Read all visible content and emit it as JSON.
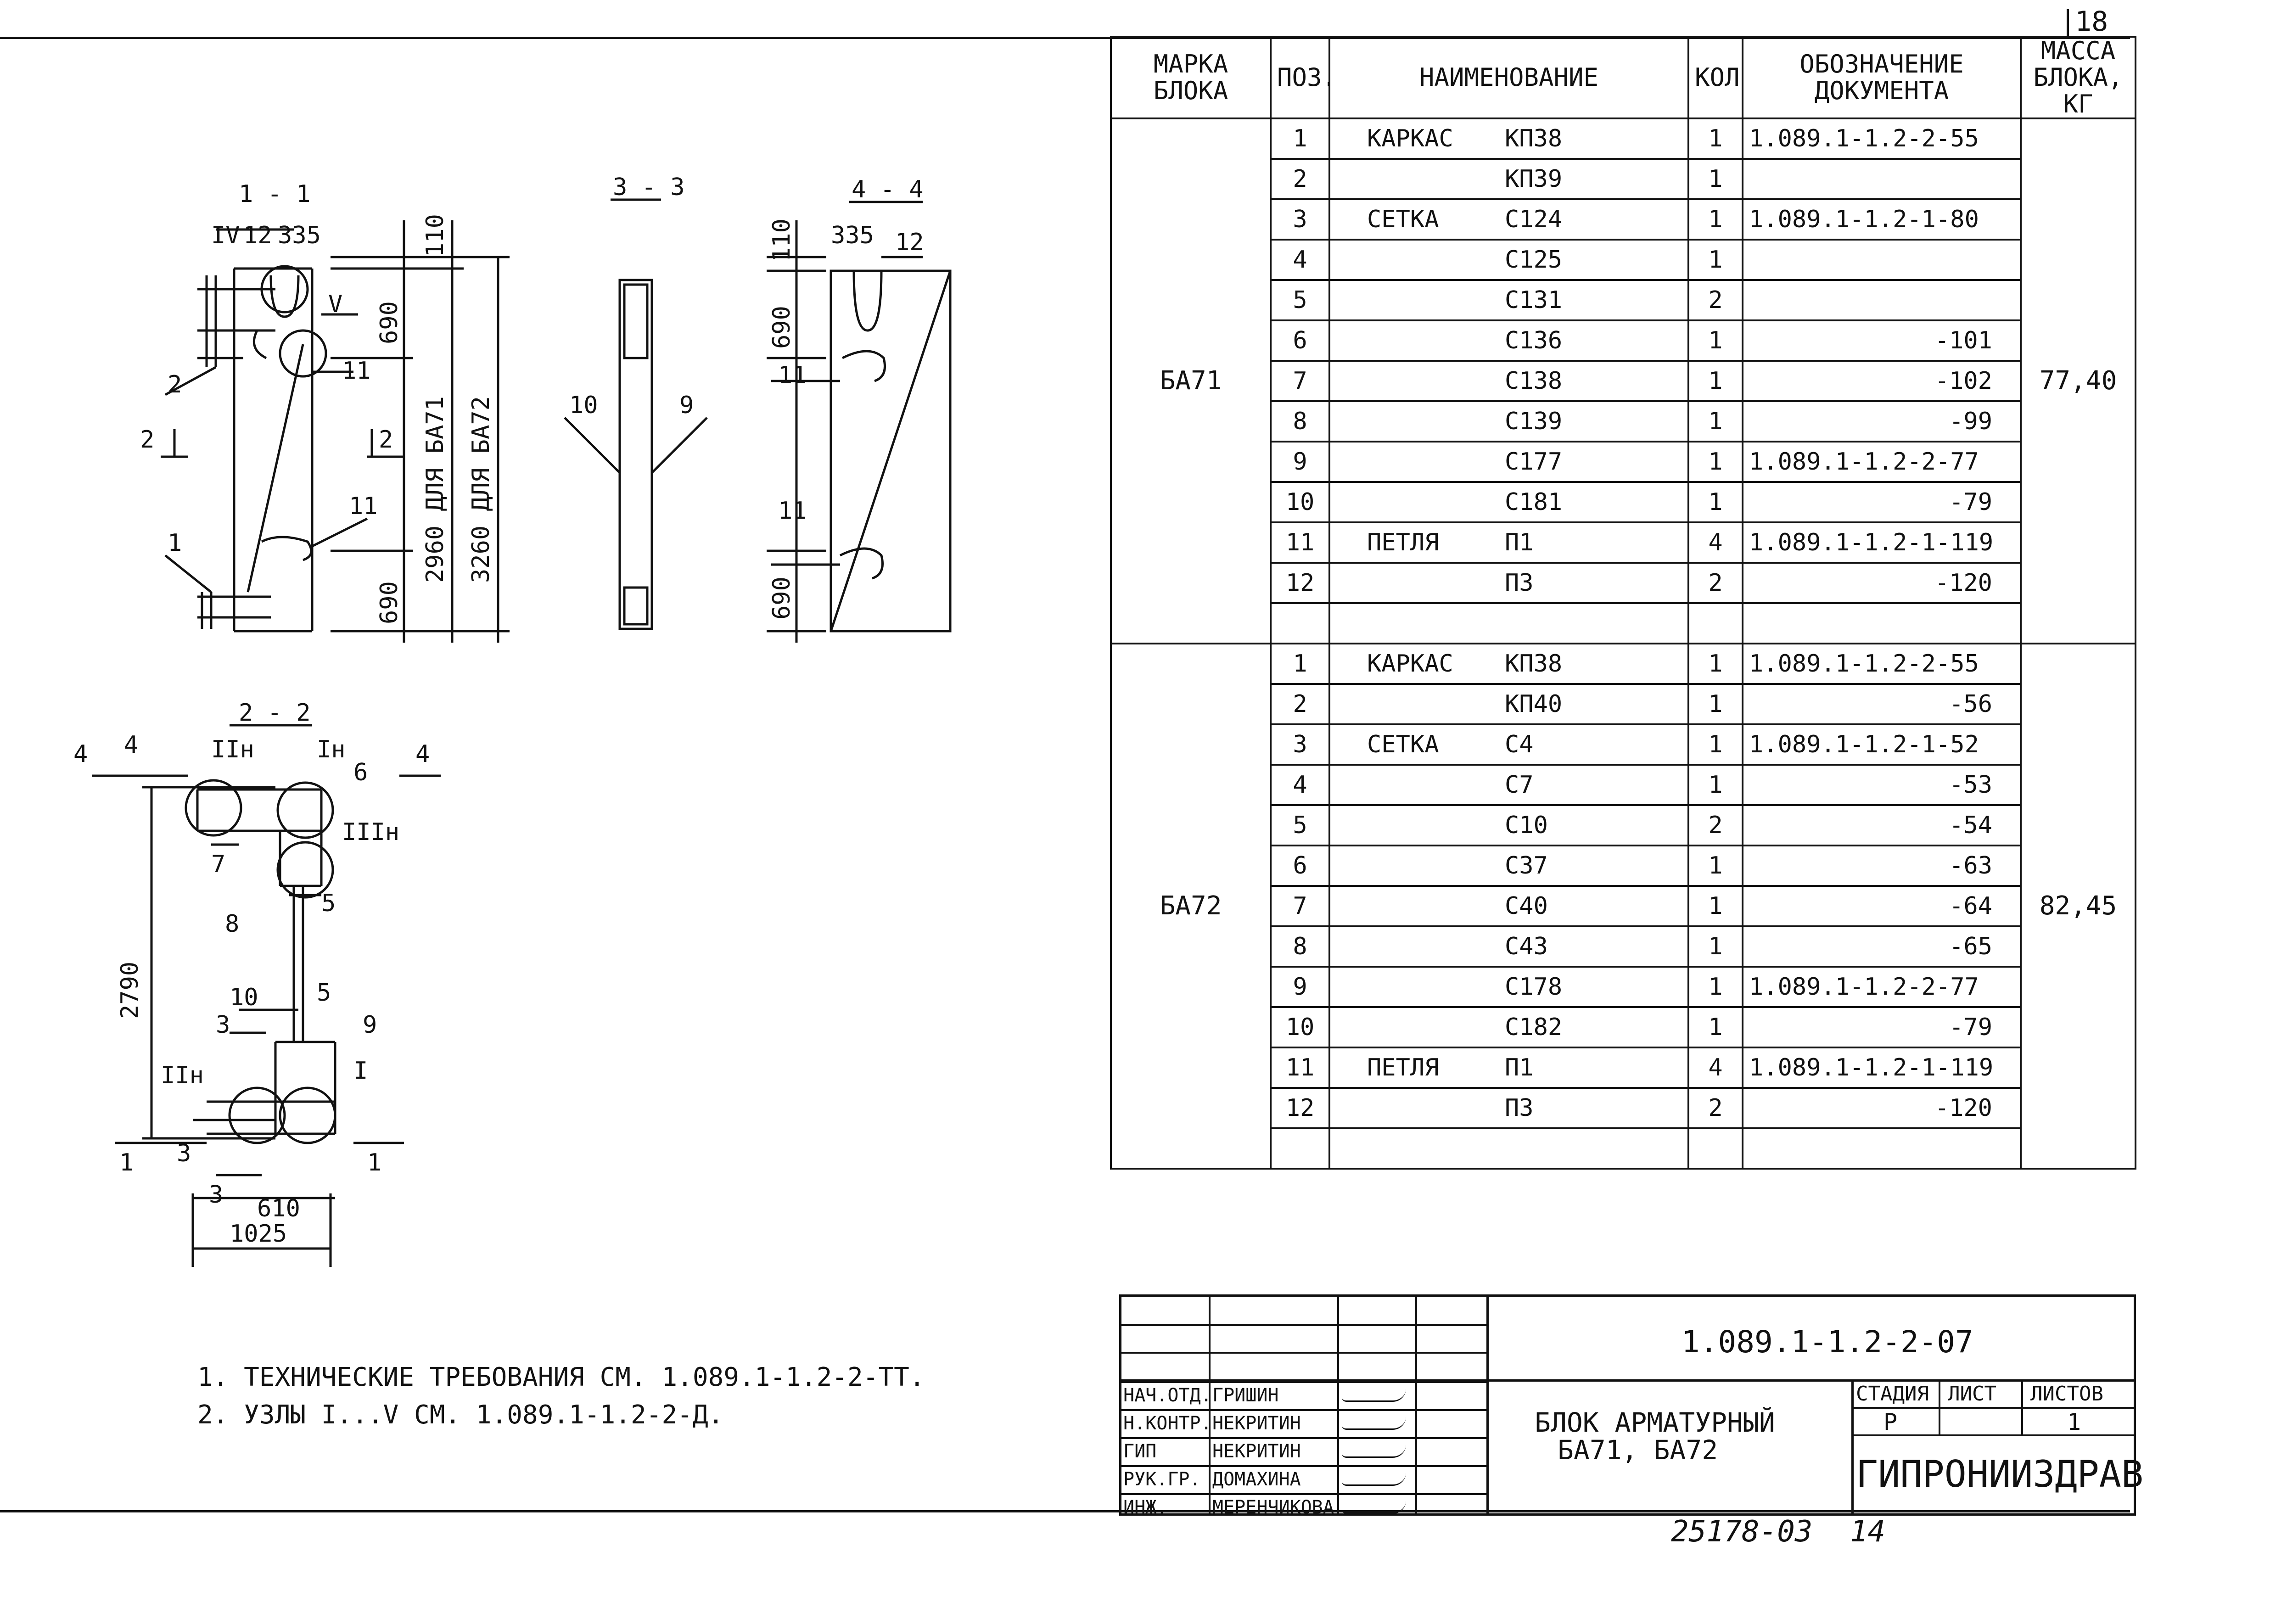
{
  "sheet_number": "18",
  "bottom_code": "25178-03",
  "bottom_sheet": "14",
  "spec_table": {
    "headers": {
      "mark": "МАРКА БЛОКА",
      "pos": "ПОЗ.",
      "name": "НАИМЕНОВАНИЕ",
      "qty": "КОЛ.",
      "doc": "ОБОЗНАЧЕНИЕ ДОКУМЕНТА",
      "mass": "МАССА БЛОКА, КГ"
    },
    "groups": [
      {
        "mark": "БА71",
        "mass": "77,40",
        "rows": [
          {
            "pos": "1",
            "type": "КАРКАС",
            "item": "КП38",
            "qty": "1",
            "doc": "1.089.1-1.2-2-55"
          },
          {
            "pos": "2",
            "type": "",
            "item": "КП39",
            "qty": "1",
            "doc": ""
          },
          {
            "pos": "3",
            "type": "СЕТКА",
            "item": "С124",
            "qty": "1",
            "doc": "1.089.1-1.2-1-80"
          },
          {
            "pos": "4",
            "type": "",
            "item": "С125",
            "qty": "1",
            "doc": ""
          },
          {
            "pos": "5",
            "type": "",
            "item": "С131",
            "qty": "2",
            "doc": ""
          },
          {
            "pos": "6",
            "type": "",
            "item": "С136",
            "qty": "1",
            "doc": "-101"
          },
          {
            "pos": "7",
            "type": "",
            "item": "С138",
            "qty": "1",
            "doc": "-102"
          },
          {
            "pos": "8",
            "type": "",
            "item": "С139",
            "qty": "1",
            "doc": "-99"
          },
          {
            "pos": "9",
            "type": "",
            "item": "С177",
            "qty": "1",
            "doc": "1.089.1-1.2-2-77"
          },
          {
            "pos": "10",
            "type": "",
            "item": "С181",
            "qty": "1",
            "doc": "-79"
          },
          {
            "pos": "11",
            "type": "ПЕТЛЯ",
            "item": "П1",
            "qty": "4",
            "doc": "1.089.1-1.2-1-119"
          },
          {
            "pos": "12",
            "type": "",
            "item": "П3",
            "qty": "2",
            "doc": "-120"
          }
        ]
      },
      {
        "mark": "БА72",
        "mass": "82,45",
        "rows": [
          {
            "pos": "1",
            "type": "КАРКАС",
            "item": "КП38",
            "qty": "1",
            "doc": "1.089.1-1.2-2-55"
          },
          {
            "pos": "2",
            "type": "",
            "item": "КП40",
            "qty": "1",
            "doc": "-56"
          },
          {
            "pos": "3",
            "type": "СЕТКА",
            "item": "С4",
            "qty": "1",
            "doc": "1.089.1-1.2-1-52"
          },
          {
            "pos": "4",
            "type": "",
            "item": "С7",
            "qty": "1",
            "doc": "-53"
          },
          {
            "pos": "5",
            "type": "",
            "item": "С10",
            "qty": "2",
            "doc": "-54"
          },
          {
            "pos": "6",
            "type": "",
            "item": "С37",
            "qty": "1",
            "doc": "-63"
          },
          {
            "pos": "7",
            "type": "",
            "item": "С40",
            "qty": "1",
            "doc": "-64"
          },
          {
            "pos": "8",
            "type": "",
            "item": "С43",
            "qty": "1",
            "doc": "-65"
          },
          {
            "pos": "9",
            "type": "",
            "item": "С178",
            "qty": "1",
            "doc": "1.089.1-1.2-2-77"
          },
          {
            "pos": "10",
            "type": "",
            "item": "С182",
            "qty": "1",
            "doc": "-79"
          },
          {
            "pos": "11",
            "type": "ПЕТЛЯ",
            "item": "П1",
            "qty": "4",
            "doc": "1.089.1-1.2-1-119"
          },
          {
            "pos": "12",
            "type": "",
            "item": "П3",
            "qty": "2",
            "doc": "-120"
          }
        ]
      }
    ]
  },
  "notes": [
    "1. ТЕХНИЧЕСКИЕ ТРЕБОВАНИЯ СМ. 1.089.1-1.2-2-ТТ.",
    "2. УЗЛЫ I...V СМ. 1.089.1-1.2-2-Д."
  ],
  "title_block": {
    "doc_code": "1.089.1-1.2-2-07",
    "title_line1": "БЛОК АРМАТУРНЫЙ",
    "title_line2": "БА71, БА72",
    "stage_label": "СТАДИЯ",
    "sheet_label": "ЛИСТ",
    "sheets_label": "ЛИСТОВ",
    "stage": "Р",
    "sheet": "",
    "sheets": "1",
    "org": "ГИПРОНИИЗДРАВ",
    "staff": [
      {
        "role": "НАЧ.ОТД.",
        "name": "ГРИШИН"
      },
      {
        "role": "Н.КОНТР.",
        "name": "НЕКРИТИН"
      },
      {
        "role": "ГИП",
        "name": "НЕКРИТИН"
      },
      {
        "role": "РУК.ГР.",
        "name": "ДОМАХИНА"
      },
      {
        "role": "ИНЖ.",
        "name": "МЕРЕНЧИКОВА"
      }
    ]
  },
  "drawing": {
    "section_1": {
      "title": "1 - 1",
      "labels": [
        "IV",
        "12",
        "335",
        "V",
        "11",
        "2",
        "2",
        "2",
        "11",
        "1"
      ],
      "dims": [
        "110",
        "690",
        "2960 ДЛЯ БА71",
        "3260 ДЛЯ БА72",
        "690"
      ]
    },
    "section_3": {
      "title": "3 - 3",
      "labels": [
        "10",
        "9"
      ]
    },
    "section_4": {
      "title": "4 - 4",
      "labels": [
        "335",
        "12",
        "11",
        "11"
      ],
      "dims": [
        "110",
        "690",
        "690"
      ]
    },
    "section_2": {
      "title": "2 - 2",
      "labels": [
        "4",
        "4",
        "IIн",
        "Iн",
        "6",
        "4",
        "7",
        "IIIн",
        "5",
        "8",
        "10",
        "5",
        "3",
        "9",
        "IIн",
        "I",
        "1",
        "3",
        "1",
        "3"
      ],
      "dims": [
        "2790",
        "610",
        "1025"
      ]
    }
  }
}
